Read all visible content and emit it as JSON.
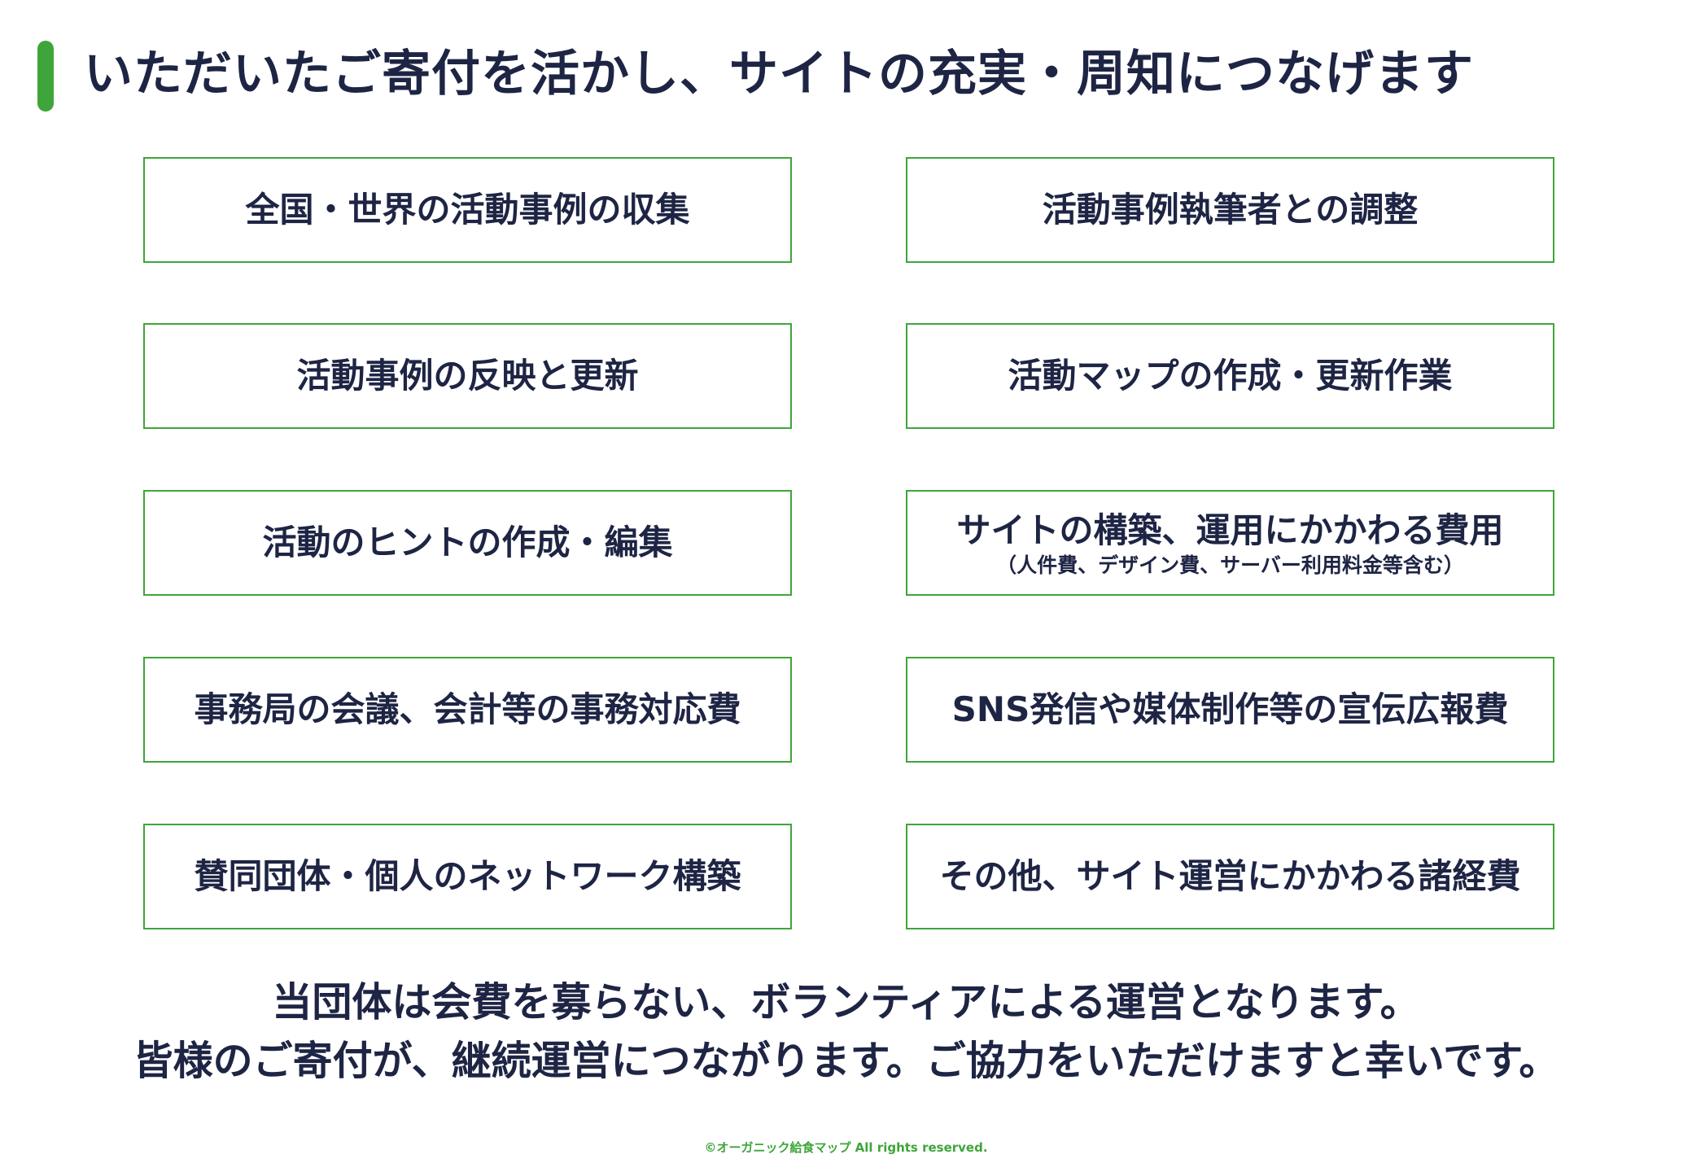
{
  "header": {
    "title": "いただいたご寄付を活かし、サイトの充実・周知につなげます",
    "accent_color": "#3fa53a"
  },
  "items": {
    "left": [
      {
        "label": "全国・世界の活動事例の収集"
      },
      {
        "label": "活動事例の反映と更新"
      },
      {
        "label": "活動のヒントの作成・編集"
      },
      {
        "label": "事務局の会議、会計等の事務対応費"
      },
      {
        "label": "賛同団体・個人のネットワーク構築"
      }
    ],
    "right": [
      {
        "label": "活動事例執筆者との調整"
      },
      {
        "label": "活動マップの作成・更新作業"
      },
      {
        "label": "サイトの構築、運用にかかわる費用",
        "note": "（人件費、デザイン費、サーバー利用料金等含む）"
      },
      {
        "label": "SNS発信や媒体制作等の宣伝広報費"
      },
      {
        "label": "その他、サイト運営にかかわる諸経費"
      }
    ]
  },
  "closing": {
    "line1": "当団体は会費を募らない、ボランティアによる運営となります。",
    "line2": "皆様のご寄付が、継続運営につながります。ご協力をいただけますと幸いです。"
  },
  "footer": {
    "copyright": "©オーガニック給食マップ All rights reserved."
  },
  "colors": {
    "text": "#1e2544",
    "border": "#3fa53a",
    "background": "#ffffff"
  }
}
